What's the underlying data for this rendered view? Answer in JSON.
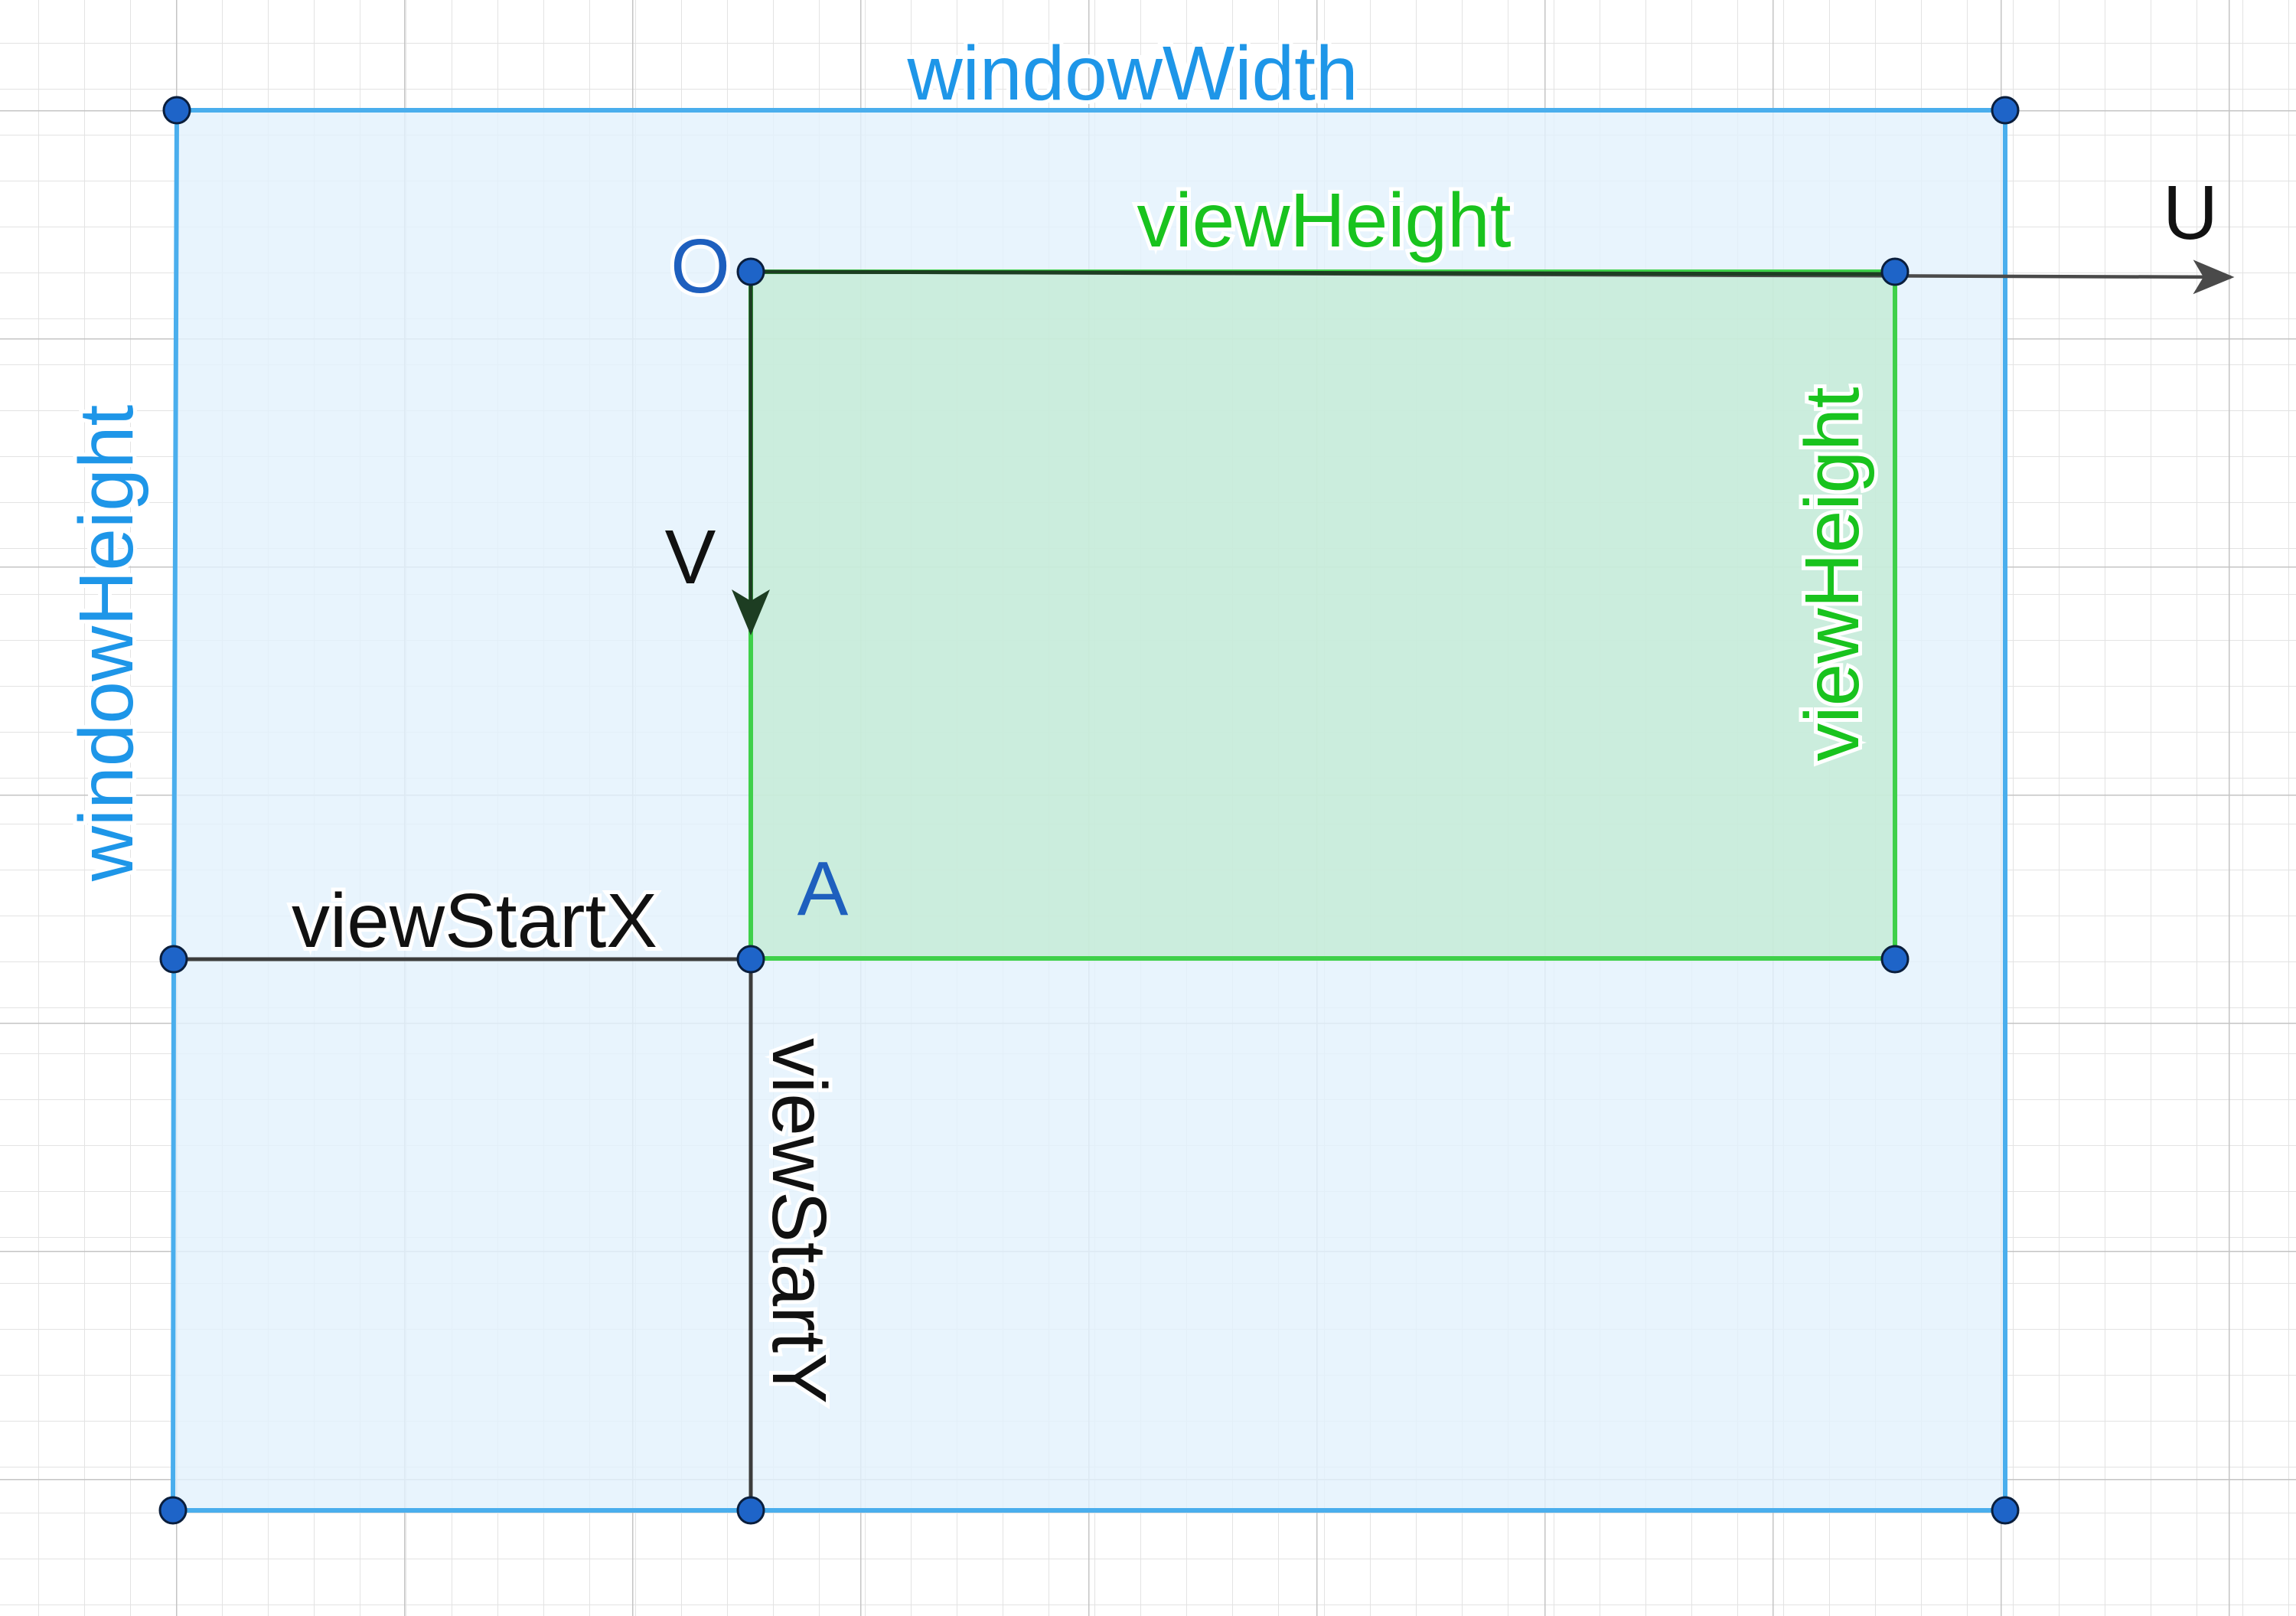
{
  "labels": {
    "window_width": "windowWidth",
    "window_height": "windowHeight",
    "view_height_top": "viewHeight",
    "view_height_right": "viewHeight",
    "view_start_x": "viewStartX",
    "view_start_y": "viewStartY",
    "origin": "O",
    "point_a": "A",
    "axis_u": "U",
    "axis_v": "V"
  },
  "colors": {
    "window_fill": "#e3f2fd",
    "window_stroke": "#4aaeed",
    "window_label": "#1e96e8",
    "view_fill": "#cdeedd",
    "view_stroke": "#3fd04a",
    "view_label": "#19c31e",
    "axis": "#3c3c3c",
    "axis_v_dark": "#1d3d22",
    "point_fill": "#1e64c8",
    "point_label": "#1e5fbe",
    "grid_minor": "#e3e3e3",
    "grid_major": "#c4c4c4"
  }
}
